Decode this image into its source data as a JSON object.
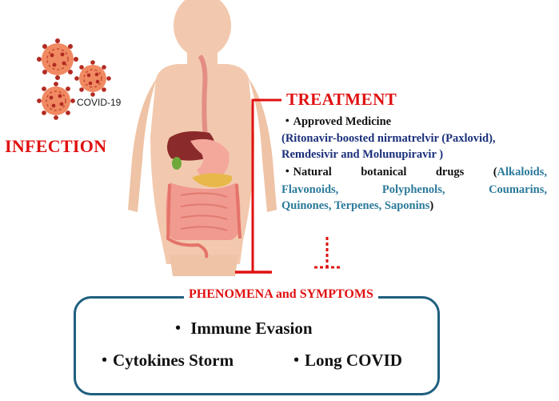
{
  "virus_label": "COVID-19",
  "infection_label": "INFECTION",
  "treatment": {
    "title": "TREATMENT",
    "approved_bullet": "・Approved Medicine",
    "approved_drugs_line1": "(Ritonavir-boosted nirmatrelvir (Paxlovid),",
    "approved_drugs_line2": "Remdesivir and Molunupiravir )",
    "natural_bullet_a": "・Natural",
    "natural_bullet_b": "botanical",
    "natural_bullet_c": "drugs",
    "natural_open": "(",
    "natural_first": "Alkaloids,",
    "natural_line2": [
      "Flavonoids,",
      "Polyphenols,",
      "Coumarins,"
    ],
    "natural_line3": "Quinones, Terpenes, Saponins",
    "natural_close": ")"
  },
  "symptoms": {
    "title": "PHENOMENA and SYMPTOMS",
    "items": [
      "・ Immune Evasion",
      "・Cytokines Storm",
      "・Long COVID"
    ]
  },
  "colors": {
    "red": "#e01010",
    "navy": "#1a2f7a",
    "teal": "#2b7a9a",
    "box_border": "#1f5f7f",
    "skin": "#f2c9ae"
  }
}
